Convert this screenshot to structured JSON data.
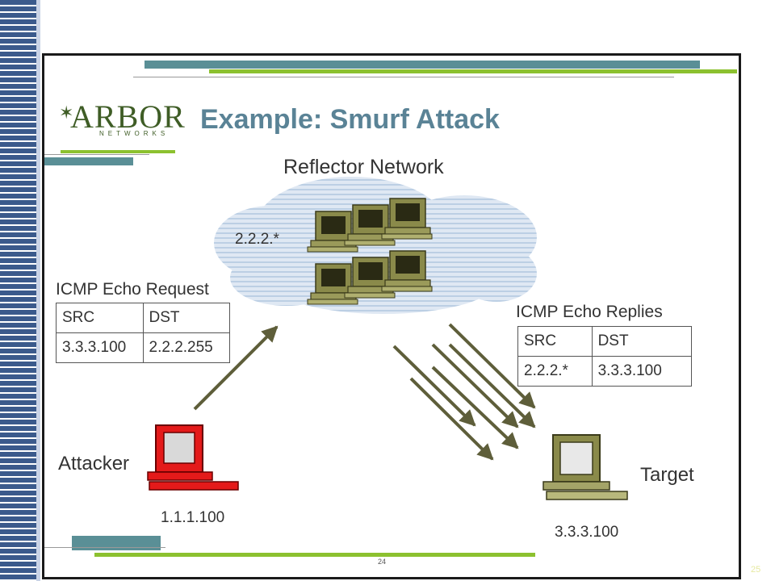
{
  "slide": {
    "title": "Example: Smurf Attack",
    "logo": {
      "word": "ARBOR",
      "sub": "NETWORKS"
    },
    "page_number": "24",
    "outer_page_number": "25"
  },
  "diagram": {
    "cloud": {
      "title": "Reflector Network",
      "subnet_label": "2.2.2.*"
    },
    "request": {
      "heading": "ICMP Echo Request",
      "headers": [
        "SRC",
        "DST"
      ],
      "values": [
        "3.3.3.100",
        "2.2.2.255"
      ]
    },
    "replies": {
      "heading": "ICMP Echo Replies",
      "headers": [
        "SRC",
        "DST"
      ],
      "values": [
        "2.2.2.*",
        "3.3.3.100"
      ]
    },
    "attacker": {
      "label": "Attacker",
      "ip": "1.1.1.100"
    },
    "target": {
      "label": "Target",
      "ip": "3.3.3.100"
    }
  },
  "colors": {
    "teal_bar": "#5a8f96",
    "green_bar": "#8cc12f",
    "arrow": "#5e5e3a",
    "pc_olive": "#8a8a4a",
    "pc_red": "#e41a1a",
    "title_color": "#5a8396"
  }
}
